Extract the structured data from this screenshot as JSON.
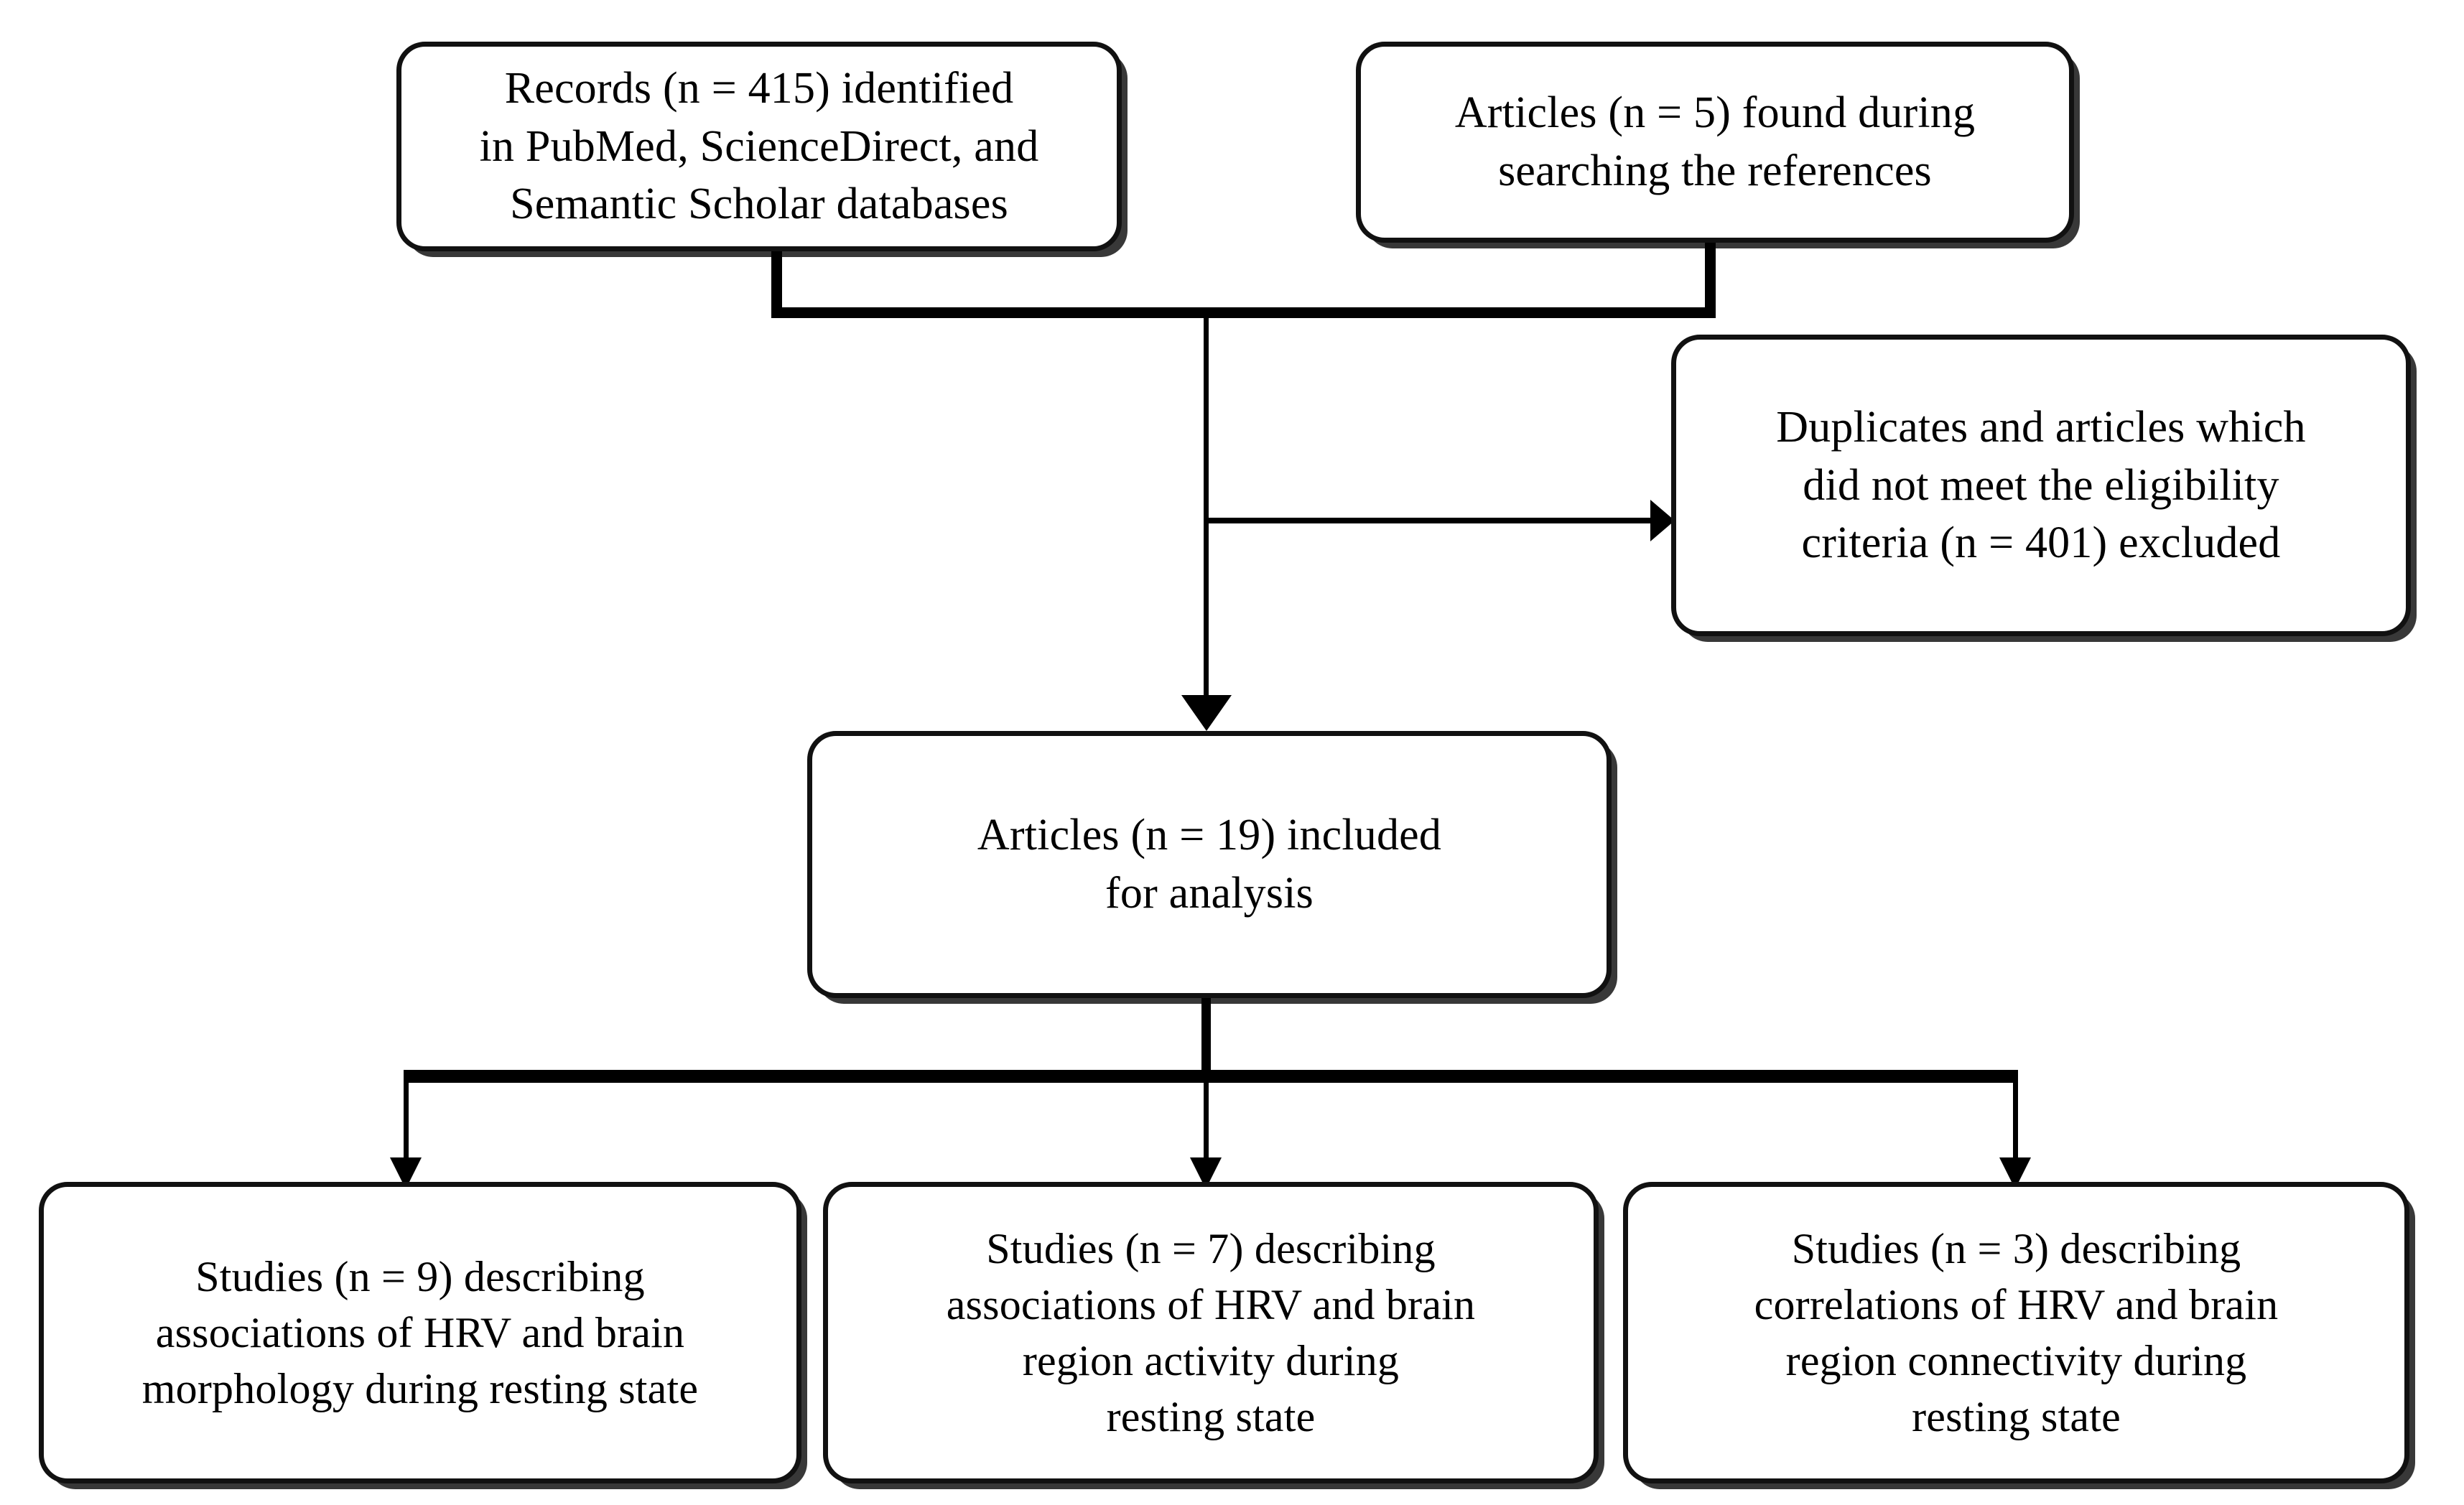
{
  "diagram": {
    "type": "prisma-flow-diagram",
    "title": "",
    "colors": {
      "box_border": "#111111",
      "box_fill": "#ffffff",
      "connector": "#000000",
      "shadow": "rgba(0,0,0,0.78)",
      "text": "#000000",
      "background": "#ffffff"
    },
    "nodes": {
      "records": {
        "label": "Records (n = 415) identified\nin PubMed, ScienceDirect, and\nSemantic Scholar databases",
        "count": 415,
        "stage": "identification"
      },
      "references": {
        "label": "Articles (n = 5) found during\nsearching the references",
        "count": 5,
        "stage": "identification"
      },
      "excluded": {
        "label": "Duplicates and articles which\ndid not meet the eligibility\ncriteria (n = 401) excluded",
        "count": 401,
        "stage": "screening"
      },
      "included": {
        "label": "Articles (n = 19) included\nfor analysis",
        "count": 19,
        "stage": "included"
      },
      "morphology": {
        "label": "Studies (n = 9) describing\nassociations of HRV and brain\nmorphology during resting state",
        "count": 9,
        "stage": "synthesis"
      },
      "activity": {
        "label": "Studies (n = 7) describing\nassociations of HRV and brain\nregion activity during\nresting state",
        "count": 7,
        "stage": "synthesis"
      },
      "connectivity": {
        "label": "Studies (n = 3) describing\ncorrelations of HRV and brain\nregion connectivity during\nresting state",
        "count": 3,
        "stage": "synthesis"
      }
    },
    "edges": [
      {
        "from": "records",
        "to": "included",
        "style": "thick-merge"
      },
      {
        "from": "references",
        "to": "included",
        "style": "thick-merge"
      },
      {
        "from": "included_trunk",
        "to": "excluded",
        "style": "thin-arrow-right"
      },
      {
        "from": "merge",
        "to": "included",
        "style": "thin-arrow-down"
      },
      {
        "from": "included",
        "to": "morphology",
        "style": "thin-arrow-down"
      },
      {
        "from": "included",
        "to": "activity",
        "style": "thin-arrow-down"
      },
      {
        "from": "included",
        "to": "connectivity",
        "style": "thin-arrow-down"
      }
    ]
  }
}
